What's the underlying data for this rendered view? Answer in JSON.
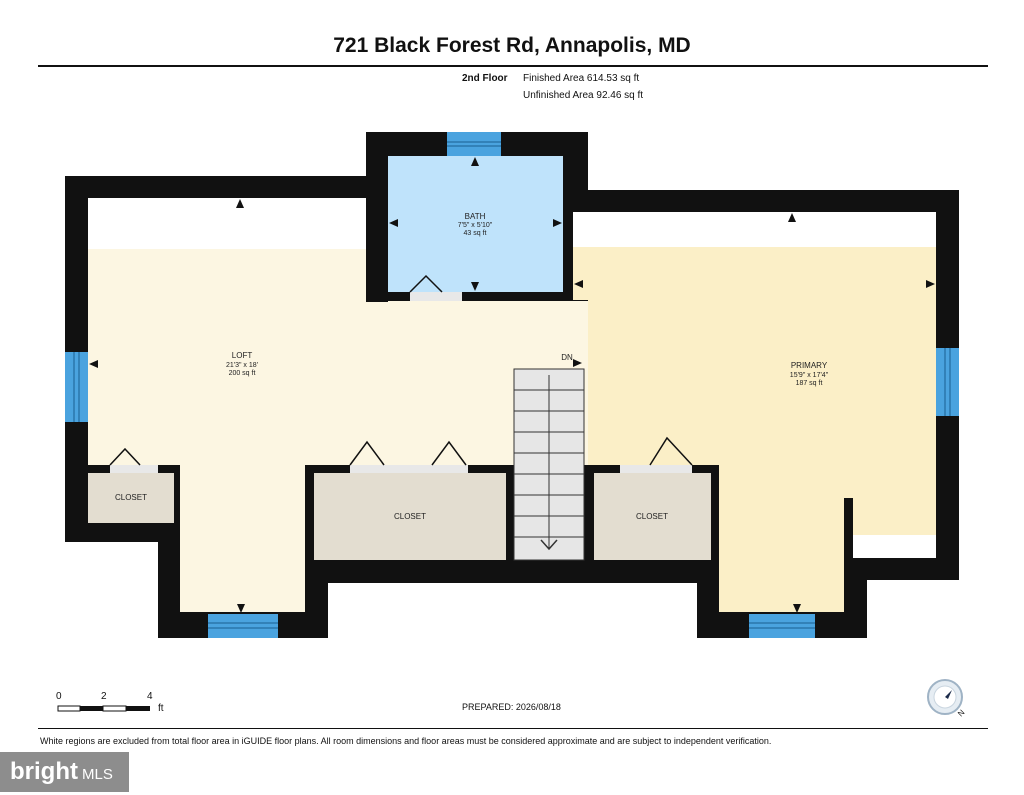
{
  "header": {
    "title": "721 Black Forest Rd, Annapolis, MD",
    "floor": "2nd Floor",
    "finished_area": "Finished Area 614.53 sq ft",
    "unfinished_area": "Unfinished Area 92.46 sq ft"
  },
  "rooms": {
    "loft": {
      "name": "LOFT",
      "dims": "21'3\" x 18'",
      "area": "200 sq ft"
    },
    "bath": {
      "name": "BATH",
      "dims": "7'5\" x 5'10\"",
      "area": "43 sq ft"
    },
    "primary": {
      "name": "PRIMARY",
      "dims": "15'9\" x 17'4\"",
      "area": "187 sq ft"
    },
    "closet_left": {
      "name": "CLOSET"
    },
    "closet_mid": {
      "name": "CLOSET"
    },
    "closet_right": {
      "name": "CLOSET"
    },
    "stairs": {
      "label": "DN"
    }
  },
  "scale": {
    "ticks": [
      "0",
      "2",
      "4"
    ],
    "unit": "ft"
  },
  "compass": {
    "label": "N"
  },
  "footer": {
    "prepared": "PREPARED: 2026/08/18",
    "disclaimer": "White regions are excluded from total floor area in iGUIDE floor plans. All room dimensions and floor areas must be considered approximate and are subject to independent verification.",
    "badge_brand": "bright",
    "badge_mls": "MLS"
  },
  "colors": {
    "wall": "#111111",
    "loft_fill": "#fcf6e2",
    "primary_fill": "#fbefc7",
    "bath_fill": "#bfe3fb",
    "closet_fill": "#e3ddd0",
    "window": "#4aa3df"
  }
}
